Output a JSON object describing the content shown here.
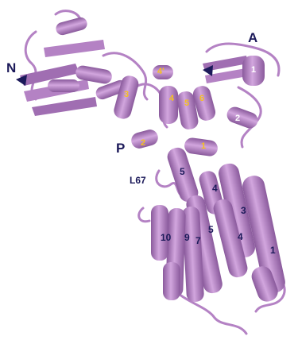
{
  "domains": {
    "n": "N",
    "a": "A",
    "p": "P"
  },
  "loop": "L67",
  "helix_labels_yellow": [
    "4'",
    "4",
    "5",
    "6",
    "3",
    "2",
    "1"
  ],
  "helix_labels_white": [
    "1",
    "2"
  ],
  "strand_labels": [
    "5",
    "4",
    "3",
    "4",
    "10",
    "9",
    "7",
    "5",
    "1"
  ],
  "colors": {
    "ribbon": "#b482c4",
    "ribbon_dark": "#8a5a9c",
    "ribbon_light": "#d6b0e0",
    "label_navy": "#1c1a5a",
    "label_yellow": "#f4c020"
  }
}
